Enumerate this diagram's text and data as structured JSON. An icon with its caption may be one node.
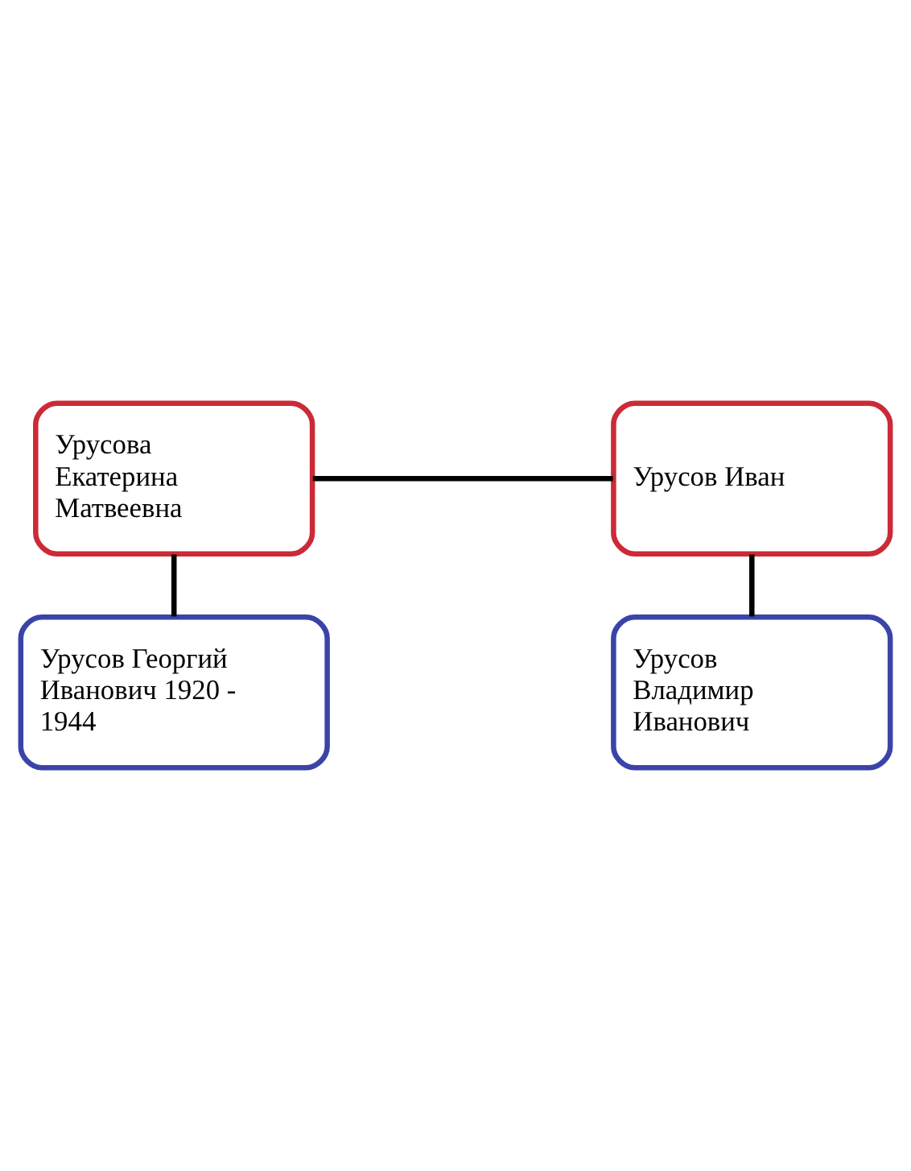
{
  "diagram": {
    "nodes": [
      {
        "text": [
          "Урусова Екатерина Матвеевна"
        ]
      },
      {
        "text": [
          "Урусов Иван"
        ]
      },
      {
        "text": [
          "Урусов Георгий Иванович 1920 - 1944"
        ]
      },
      {
        "text": [
          "Урусов Владимир Иванович"
        ]
      }
    ],
    "edges": [
      {
        "from": 0,
        "to": 1,
        "arrow": "none"
      },
      {
        "from": 0,
        "to": 2,
        "arrow": "none"
      },
      {
        "from": 1,
        "to": 3,
        "arrow": "none"
      }
    ]
  }
}
